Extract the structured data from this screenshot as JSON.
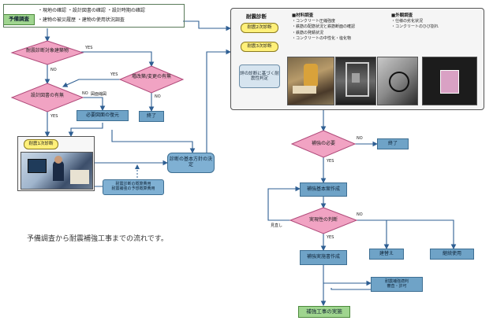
{
  "header": {
    "badge": "予備調査",
    "line1": "・現地の確認 ・設計図書の確認 ・設計時期の確認",
    "line2": "・建物の被災履歴 ・建物の使用状況調査"
  },
  "left_flow": {
    "d1": "耐震診断対象建築物",
    "d1_yes": "YES",
    "d1_no": "NO",
    "d2": "増改築/変更の有無",
    "d2_yes": "YES",
    "d2_no": "NO",
    "d3": "設計図書の有無",
    "d3_no": "NO",
    "d3_yes": "YES",
    "partial_label": "図面縮図",
    "box_restore": "必要図面の復元",
    "box_end1": "終了",
    "box_first": "耐震1次診断",
    "box_cost": "耐震診断の概算費用\n耐震補強の予想概算費用",
    "box_policy": "診断の基本方針の決定"
  },
  "panel": {
    "title": "耐震診断",
    "btn1": "耐震2次診断",
    "btn2": "耐震3次診断",
    "btn3": "詳の診断に基づく耐震性判定",
    "mat_title": "■材料調査",
    "mat_items": [
      "・コンクリート圧縮強度",
      "・鉄筋の配筋状況と鉄筋断面の確認",
      "・鉄筋の発錆状況",
      "・コンクリートの中性化・塩化物"
    ],
    "ext_title": "■外観調査",
    "ext_items": [
      "・仕様の劣化状況",
      "・コンクリートのひび割れ"
    ]
  },
  "right_flow": {
    "d4": "補強の必要",
    "d4_no": "NO",
    "end2": "終了",
    "d4_yes": "YES",
    "box_plan": "補強基本案作成",
    "d5": "実現性の判断",
    "d5_no": "NO",
    "review": "見直し",
    "d5_yes": "YES",
    "box_design": "補強実施書作成",
    "box_rebuild": "建替え",
    "box_stop": "継続使用",
    "box_permit": "耐震補強適判\n審査・許可",
    "box_start": "補強工事の実施"
  },
  "caption": "予備調査から耐震補強工事までの流れです。"
}
